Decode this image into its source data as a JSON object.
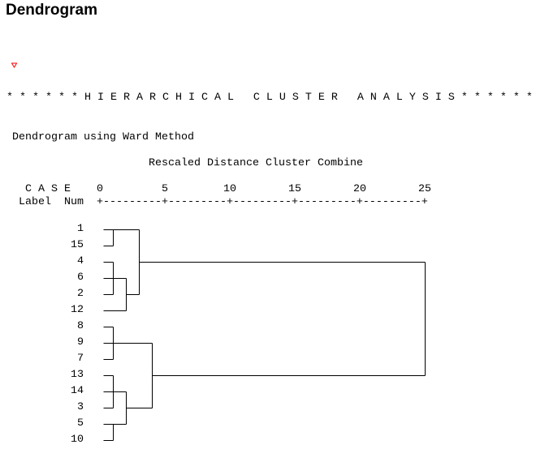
{
  "page_title": "Dendrogram",
  "collapse_icon": "triangle-down-icon",
  "accent_color": "#ff0000",
  "chart_data": {
    "type": "dendrogram",
    "banner": "* * * * * * H I E R A R C H I C A L   C L U S T E R   A N A L Y S I S * * * * * *",
    "subtitle": "Dendrogram using Ward Method",
    "title": "Rescaled Distance Cluster Combine",
    "case_header": "C A S E",
    "label_header": "Label  Num",
    "xlabel": "Rescaled Distance",
    "xlim": [
      0,
      25
    ],
    "ticks": [
      "0",
      "5",
      "10",
      "15",
      "20",
      "25"
    ],
    "axis_line": "+---------+---------+---------+---------+---------+",
    "cases": [
      "1",
      "15",
      "4",
      "6",
      "2",
      "12",
      "8",
      "9",
      "7",
      "13",
      "14",
      "3",
      "5",
      "10"
    ],
    "merges": [
      {
        "id": "A",
        "children": [
          "1",
          "15"
        ],
        "distance": 1
      },
      {
        "id": "B",
        "children": [
          "4",
          "6",
          "2"
        ],
        "distance": 1
      },
      {
        "id": "C",
        "children": [
          "B",
          "12"
        ],
        "distance": 2
      },
      {
        "id": "D",
        "children": [
          "A",
          "C"
        ],
        "distance": 3
      },
      {
        "id": "E",
        "children": [
          "8",
          "9",
          "7"
        ],
        "distance": 1
      },
      {
        "id": "F",
        "children": [
          "13",
          "14",
          "3"
        ],
        "distance": 1
      },
      {
        "id": "G",
        "children": [
          "5",
          "10"
        ],
        "distance": 1
      },
      {
        "id": "H",
        "children": [
          "F",
          "G"
        ],
        "distance": 2
      },
      {
        "id": "I",
        "children": [
          "E",
          "H"
        ],
        "distance": 4
      },
      {
        "id": "J",
        "children": [
          "D",
          "I"
        ],
        "distance": 25
      }
    ]
  }
}
